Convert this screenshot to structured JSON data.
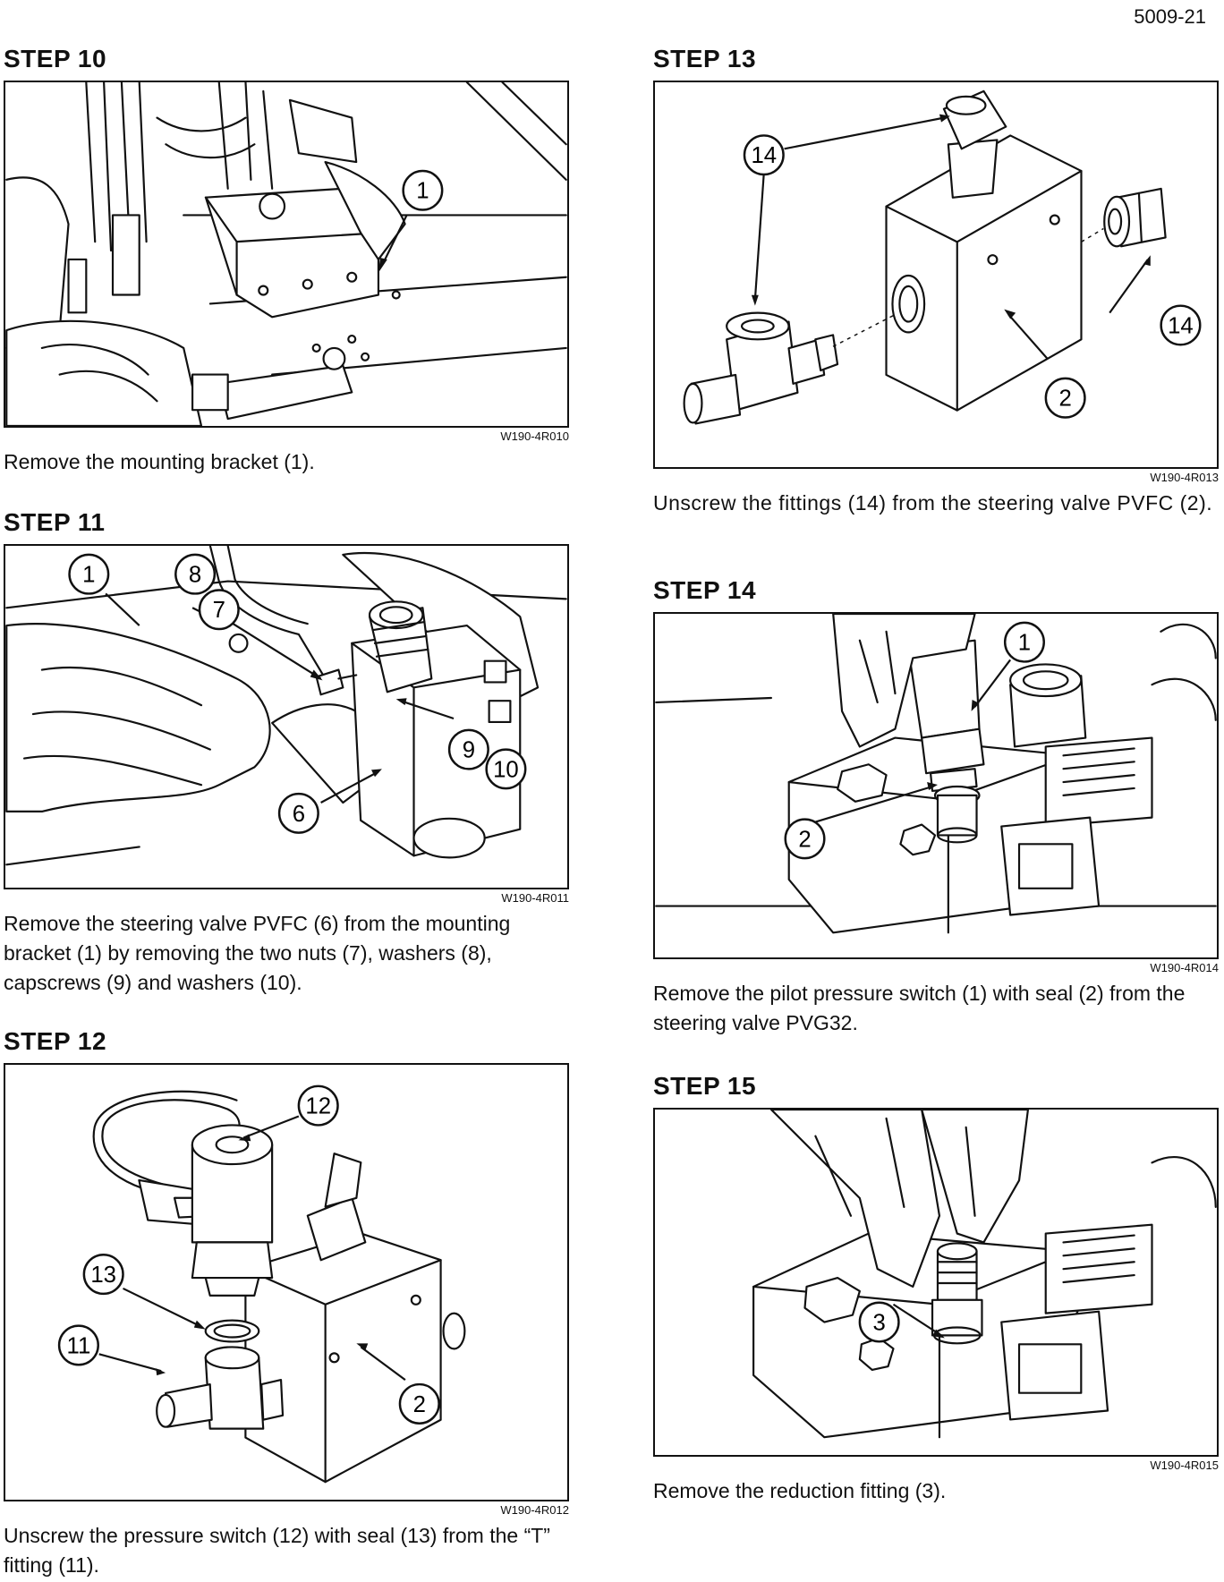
{
  "page_number": "5009-21",
  "steps": [
    {
      "heading": "STEP 10",
      "figure_code": "W190-4R010",
      "caption": "Remove the mounting bracket (1).",
      "callouts": [
        "1"
      ]
    },
    {
      "heading": "STEP 11",
      "figure_code": "W190-4R011",
      "caption": "Remove the steering valve PVFC (6) from the mounting bracket (1) by removing the two nuts (7), washers (8), capscrews (9) and washers (10).",
      "callouts": [
        "1",
        "8",
        "7",
        "9",
        "10",
        "6"
      ]
    },
    {
      "heading": "STEP 12",
      "figure_code": "W190-4R012",
      "caption": "Unscrew the pressure switch (12) with seal (13) from the “T” fitting (11).",
      "callouts": [
        "12",
        "13",
        "11",
        "2"
      ]
    },
    {
      "heading": "STEP 13",
      "figure_code": "W190-4R013",
      "caption": "Unscrew the fittings (14) from the steering valve PVFC (2).",
      "callouts": [
        "14",
        "14",
        "2"
      ]
    },
    {
      "heading": "STEP 14",
      "figure_code": "W190-4R014",
      "caption": "Remove the pilot pressure switch (1) with seal (2) from the steering valve PVG32.",
      "callouts": [
        "1",
        "2"
      ]
    },
    {
      "heading": "STEP 15",
      "figure_code": "W190-4R015",
      "caption": "Remove the reduction fitting (3).",
      "callouts": [
        "3"
      ]
    }
  ]
}
